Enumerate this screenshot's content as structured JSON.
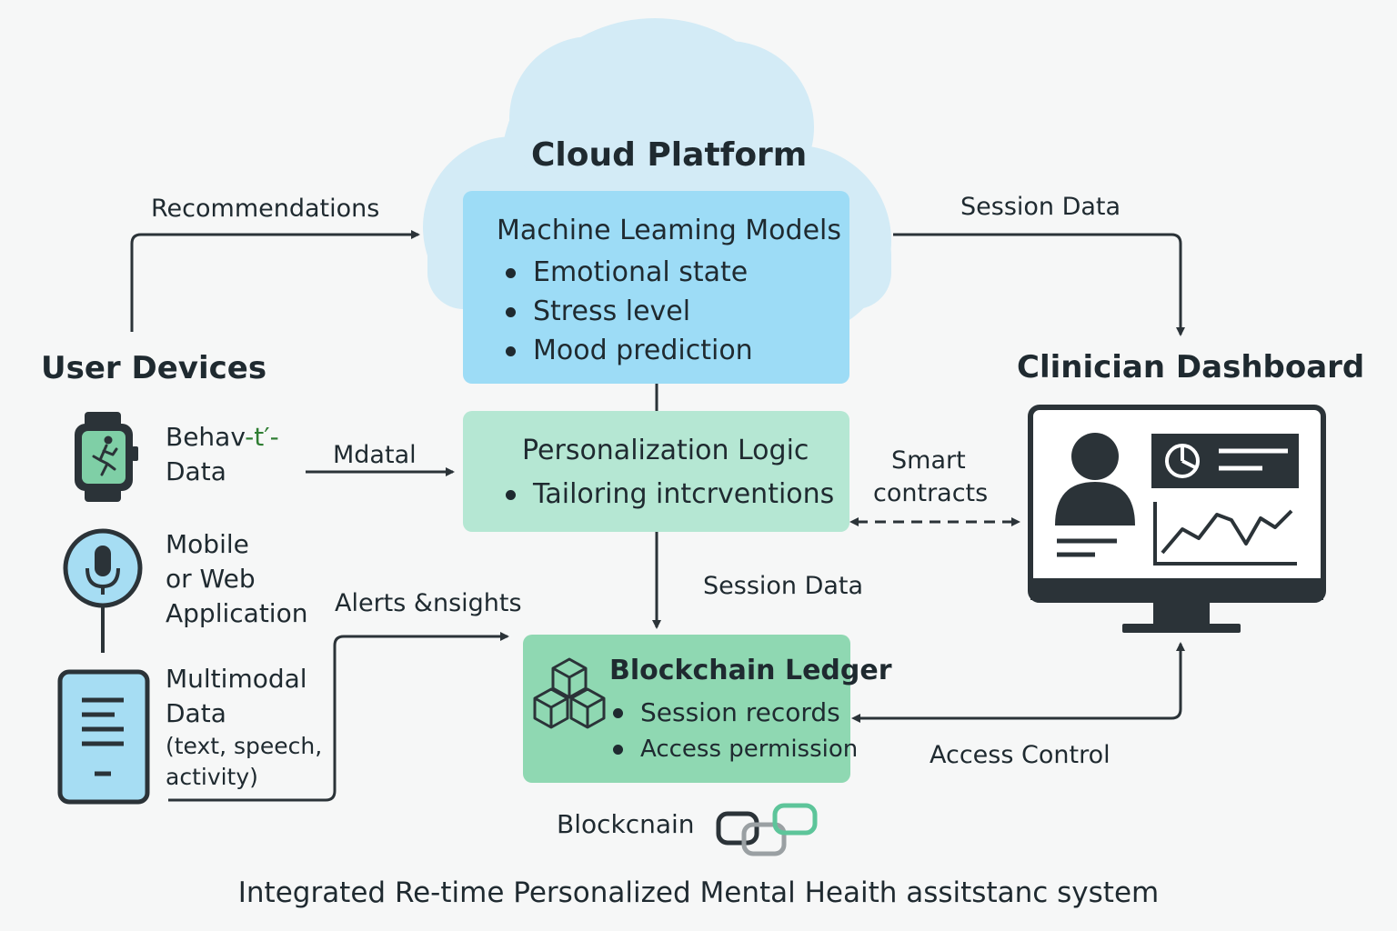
{
  "cloud": {
    "title": "Cloud Platform",
    "ml_box": {
      "title": "Machine Leaming Models",
      "items": [
        "Emotional state",
        "Stress level",
        "Mood prediction"
      ]
    }
  },
  "personalization": {
    "title": "Personalization Logic",
    "items": [
      "Tailoring intcrventions"
    ]
  },
  "blockchain": {
    "title": "Blockchain Ledger",
    "items": [
      "Session records",
      "Access permission"
    ],
    "caption": "Blockcnain"
  },
  "user_devices": {
    "title": "User Devices",
    "behavior_data": {
      "line1": "Behav",
      "line1_suffix": "-t′-",
      "line2": "Data"
    },
    "mobile_app": {
      "lines": [
        "Mobile",
        "or Web",
        "Application"
      ]
    },
    "multimodal": {
      "line1": "Multimodal",
      "line2": "Data",
      "line3": "(text, speech,",
      "line4": "activity)"
    }
  },
  "clinician": {
    "title": "Clinician Dashboard"
  },
  "arrows": {
    "recommendations": "Recommendations",
    "session_data_top": "Session Data",
    "mdatal": "Mdatal",
    "smart_contracts_1": "Smart",
    "smart_contracts_2": "contracts",
    "alerts_insights": "Alerts &nsights",
    "session_data_mid": "Session Data",
    "access_control": "Access Control"
  },
  "footer": {
    "caption": "Integrated Re-time Personalized Mental Heaith assitstanc system"
  },
  "colors": {
    "cloud": "#d3ebf6",
    "ml_box": "#9ddcf6",
    "personalization_box": "#b5e7d3",
    "blockchain_box": "#8fd8b2",
    "dark": "#2b3338",
    "device_fill": "#a6ddf3",
    "watch_screen": "#7fcfa6",
    "link_green": "#5dc59a",
    "link_gray": "#9aa0a3",
    "accent_green": "#2e7d32"
  },
  "icons": [
    "smartwatch-icon",
    "microphone-icon",
    "phone-icon",
    "monitor-icon",
    "blocks-icon",
    "chain-link-icon"
  ]
}
